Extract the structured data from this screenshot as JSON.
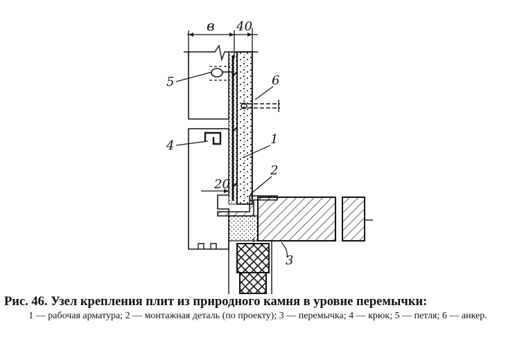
{
  "figure": {
    "dimensions": {
      "wall_thickness": "в",
      "slab_thickness": "40",
      "gap": "20"
    },
    "callouts": {
      "item1": "1",
      "item2": "2",
      "item3": "3",
      "item4": "4",
      "item5": "5",
      "item6": "6"
    }
  },
  "caption": {
    "title": "Рис. 46. Узел крепления плит из природного камня в уровне перемычки:",
    "legend": [
      "1 — рабочая арматура;",
      "2 — монтажная деталь (по проекту);",
      "3 — перемычка;",
      "4 — крюк;",
      "5 — петля;",
      "6 — анкер."
    ]
  },
  "colors": {
    "ink": "#111111",
    "paper": "#ffffff"
  }
}
